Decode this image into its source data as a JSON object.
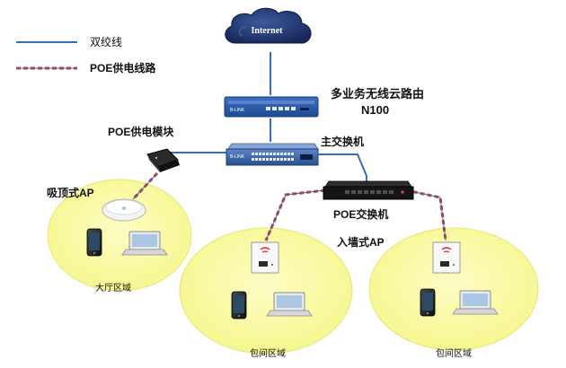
{
  "legend": {
    "twisted_pair_label": "双绞线",
    "poe_line_label": "POE供电线路",
    "twisted_pair_color": "#2f6fbf",
    "poe_line_color": "#d9332b"
  },
  "internet": {
    "label": "Internet"
  },
  "router": {
    "label_line1": "多业务无线云路由",
    "label_line2": "N100"
  },
  "main_switch": {
    "label": "主交换机"
  },
  "poe_module": {
    "label": "POE供电模块"
  },
  "poe_switch": {
    "label": "POE交换机"
  },
  "ceiling_ap": {
    "label": "吸顶式AP"
  },
  "wall_ap": {
    "label": "入墙式AP"
  },
  "zones": {
    "lobby_label": "大厅区域",
    "room1_label": "包间区域",
    "room2_label": "包间区域",
    "fill_color": "#fbfba8"
  },
  "icons": {
    "cloud": "cloud-icon",
    "router": "router-icon",
    "switch": "switch-icon",
    "poe_injector": "poe-injector-icon",
    "ceiling_ap": "ceiling-ap-icon",
    "wall_ap": "wall-ap-icon",
    "phone": "smartphone-icon",
    "laptop": "laptop-icon"
  }
}
